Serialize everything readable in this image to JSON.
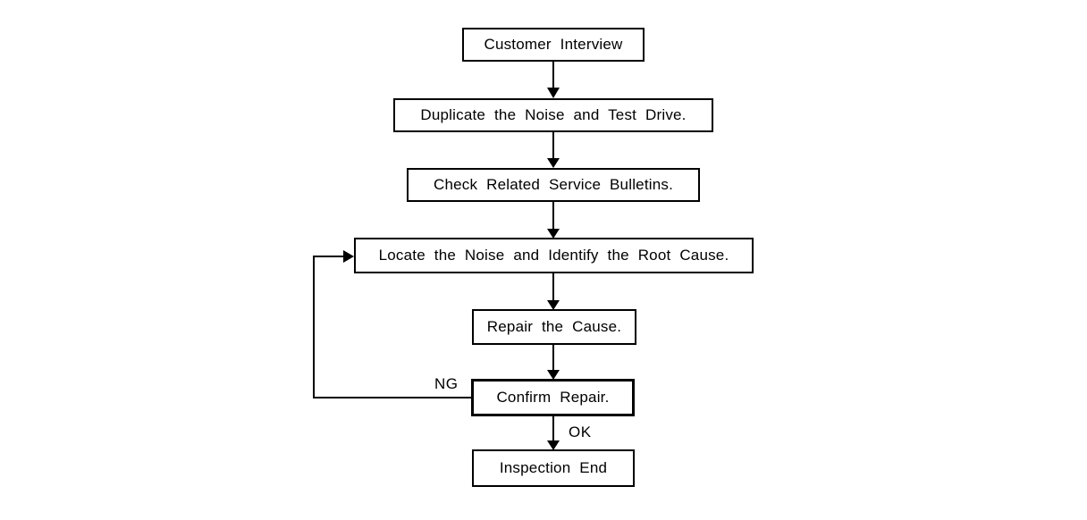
{
  "diagram": {
    "type": "flowchart",
    "nodes": [
      {
        "id": "customer-interview",
        "label": "Customer Interview"
      },
      {
        "id": "duplicate-noise",
        "label": "Duplicate the Noise and Test Drive."
      },
      {
        "id": "check-bulletins",
        "label": "Check Related Service Bulletins."
      },
      {
        "id": "locate-noise",
        "label": "Locate the Noise and Identify the Root Cause."
      },
      {
        "id": "repair-cause",
        "label": "Repair the Cause."
      },
      {
        "id": "confirm-repair",
        "label": "Confirm Repair.",
        "emphasized_border": true
      },
      {
        "id": "inspection-end",
        "label": "Inspection End"
      }
    ],
    "edges": [
      {
        "from": "customer-interview",
        "to": "duplicate-noise"
      },
      {
        "from": "duplicate-noise",
        "to": "check-bulletins"
      },
      {
        "from": "check-bulletins",
        "to": "locate-noise"
      },
      {
        "from": "locate-noise",
        "to": "repair-cause"
      },
      {
        "from": "repair-cause",
        "to": "confirm-repair"
      },
      {
        "from": "confirm-repair",
        "to": "inspection-end",
        "label": "OK"
      },
      {
        "from": "confirm-repair",
        "to": "locate-noise",
        "label": "NG"
      }
    ],
    "edge_labels": {
      "ng": "NG",
      "ok": "OK"
    },
    "colors": {
      "line": "#000000",
      "text": "#000000",
      "node_fill": "#ffffff",
      "background": "#ffffff"
    }
  }
}
